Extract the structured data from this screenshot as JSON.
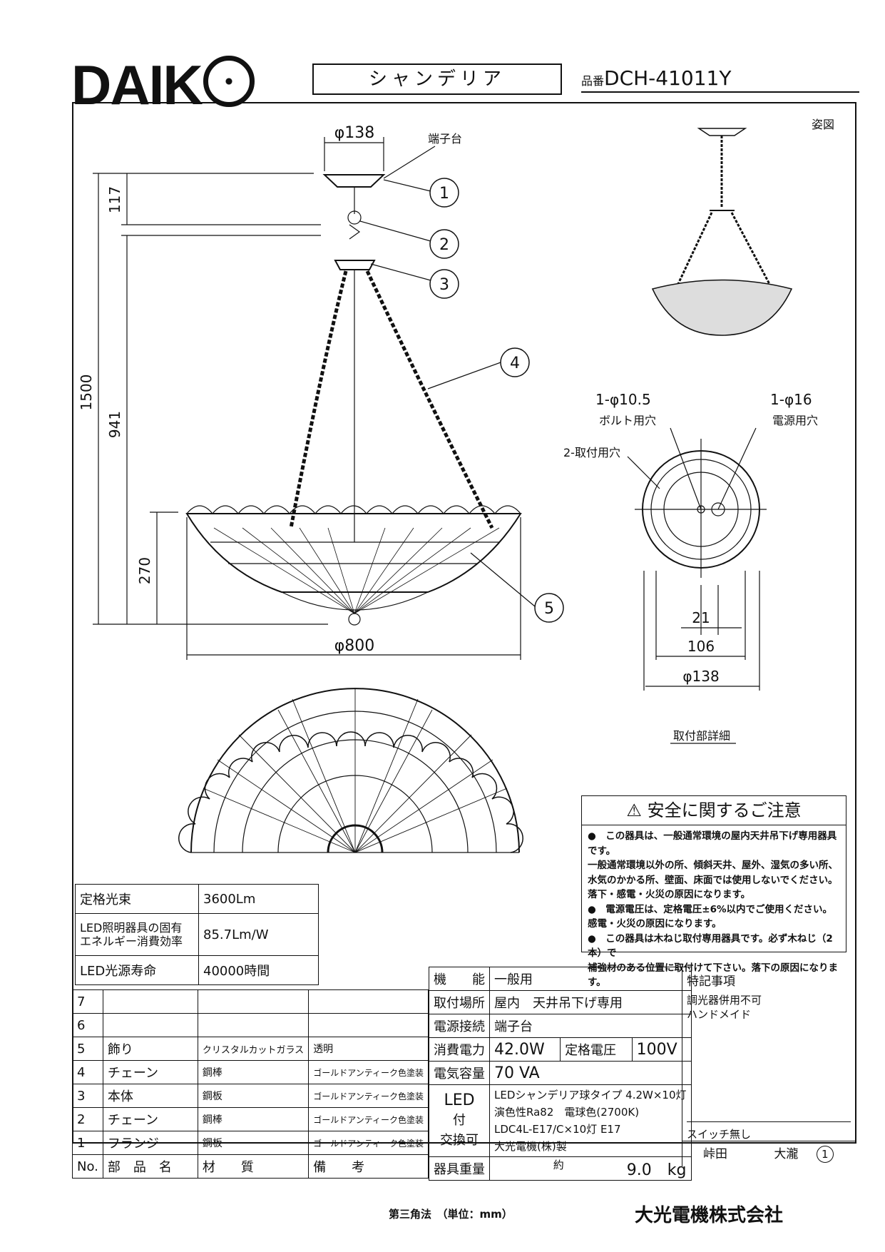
{
  "header": {
    "brand": "DAIK",
    "product_type": "シャンデリア",
    "part_label": "品番",
    "part_number": "DCH-41011Y"
  },
  "drawing": {
    "view_label": "姿図",
    "dim_top_dia": "φ138",
    "terminal_label": "端子台",
    "dim_117": "117",
    "dim_1500": "1500",
    "dim_941": "941",
    "dim_270": "270",
    "dim_800": "φ800",
    "callouts": [
      "1",
      "2",
      "3",
      "4",
      "5"
    ],
    "hole_bolt_size": "1-φ10.5",
    "hole_bolt_label": "ボルト用穴",
    "hole_power_size": "1-φ16",
    "hole_power_label": "電源用穴",
    "hole_mount_label": "2-取付用穴",
    "dim_21": "21",
    "dim_106": "106",
    "dim_138b": "φ138",
    "detail_label": "取付部詳細"
  },
  "safety": {
    "icon": "warning-triangle-icon",
    "title": "安全に関するご注意",
    "lines": [
      "●　この器具は、一般通常環境の屋内天井吊下げ専用器具です。",
      "一般通常環境以外の所、傾斜天井、屋外、湿気の多い所、",
      "水気のかかる所、壁面、床面では使用しないでください。",
      "落下・感電・火災の原因になります。",
      "●　電源電圧は、定格電圧±6%以内でご使用ください。",
      "感電・火災の原因になります。",
      "●　この器具は木ねじ取付専用器具です。必ず木ねじ（2本）で",
      "補強材のある位置に取付けて下さい。落下の原因になります。"
    ]
  },
  "luminous": {
    "rows": [
      {
        "label": "定格光束",
        "value": "3600Lm"
      },
      {
        "label": "LED照明器具の固有",
        "label2": "エネルギー消費効率",
        "value": "85.7Lm/W"
      },
      {
        "label": "LED光源寿命",
        "value": "40000時間"
      }
    ]
  },
  "parts": {
    "header": {
      "no": "No.",
      "name": "部　品　名",
      "material": "材　　質",
      "note": "備　　考"
    },
    "rows": [
      {
        "no": "7",
        "name": "",
        "material": "",
        "note": ""
      },
      {
        "no": "6",
        "name": "",
        "material": "",
        "note": ""
      },
      {
        "no": "5",
        "name": "飾り",
        "material": "クリスタルカットガラス",
        "note": "透明"
      },
      {
        "no": "4",
        "name": "チェーン",
        "material": "鋼棒",
        "note": "ゴールドアンティーク色塗装"
      },
      {
        "no": "3",
        "name": "本体",
        "material": "鋼板",
        "note": "ゴールドアンティーク色塗装"
      },
      {
        "no": "2",
        "name": "チェーン",
        "material": "鋼棒",
        "note": "ゴールドアンティーク色塗装"
      },
      {
        "no": "1",
        "name": "フランジ",
        "material": "鋼板",
        "note": "ゴールドアンティーク色塗装"
      }
    ]
  },
  "specs": {
    "function_label": "機　　能",
    "function": "一般用",
    "mount_label": "取付場所",
    "mount": "屋内　天井吊下げ専用",
    "power_conn_label": "電源接続",
    "power_conn": "端子台",
    "consumption_label": "消費電力",
    "consumption": "42.0W",
    "voltage_label": "定格電圧",
    "voltage": "100V",
    "capacity_label": "電気容量",
    "capacity": "70 VA",
    "led_label1": "LED",
    "led_label2": "付",
    "led_label3": "交換可",
    "led_line1": "LEDシャンデリア球タイプ 4.2W×10灯",
    "led_line2": "演色性Ra82　電球色(2700K)",
    "led_line3": "LDC4L-E17/C×10灯 E17",
    "led_line4": "大光電機(株)製",
    "weight_label": "器具重量",
    "weight_prefix": "約",
    "weight": "9.0　kg"
  },
  "notes": {
    "title": "特記事項",
    "lines": [
      "調光器併用不可",
      "ハンドメイド"
    ],
    "switch": "スイッチ無し",
    "sign1": "峠田",
    "sign2": "大瀧",
    "sheet": "1"
  },
  "footer": {
    "projection": "第三角法　（単位：mm）",
    "company": "大光電機株式会社"
  }
}
